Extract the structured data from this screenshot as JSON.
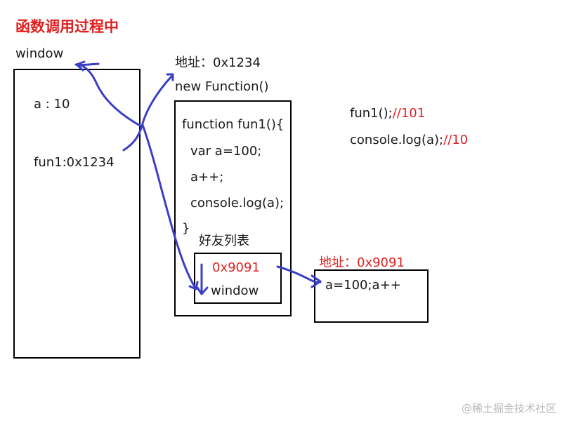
{
  "title": "函数调用过程中",
  "window_scope": {
    "label": "window",
    "var_a": "a : 10",
    "var_fun1": "fun1:0x1234"
  },
  "function_object": {
    "address": "地址：0x1234",
    "constructor": "new Function()",
    "code_lines": [
      "function fun1(){",
      "var a=100;",
      "a++;",
      "console.log(a);",
      "}"
    ],
    "friends_label": "好友列表",
    "friends": [
      "0x9091",
      "window"
    ]
  },
  "activation_object": {
    "address": "地址：0x9091",
    "content": "a=100;a++"
  },
  "calls": [
    {
      "code": "fun1();",
      "comment": "//101"
    },
    {
      "code": "console.log(a);",
      "comment": "//10"
    }
  ],
  "watermark": "@稀土掘金技术社区",
  "colors": {
    "title": "#e02020",
    "comment": "#e02020",
    "arrows": "#3a3fc4",
    "border": "#000000"
  }
}
